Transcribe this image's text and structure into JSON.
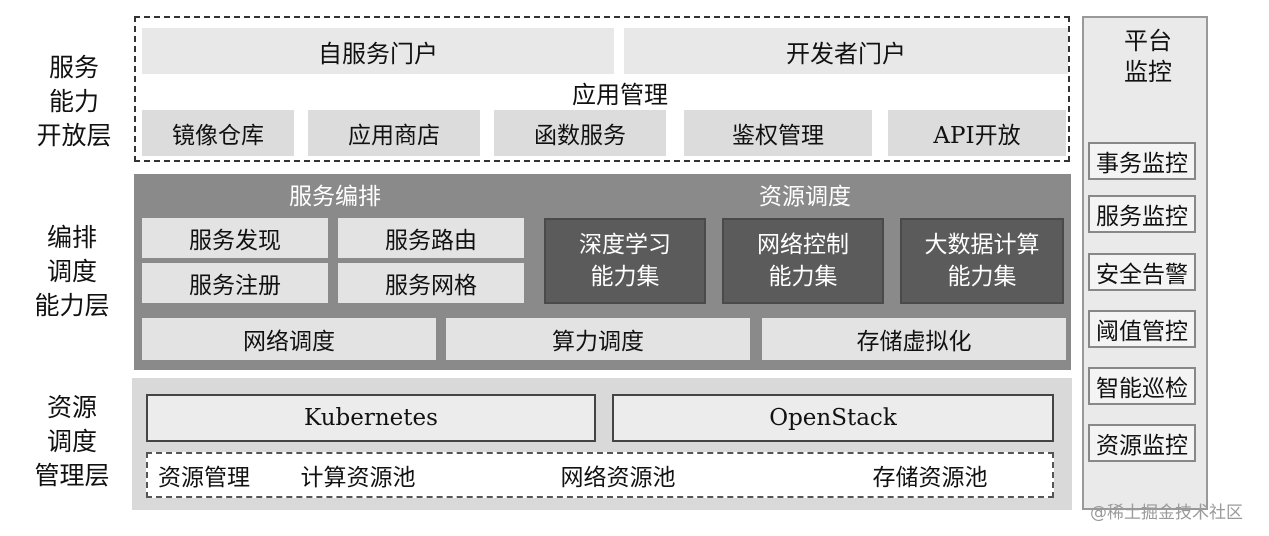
{
  "layers": {
    "service": {
      "label_lines": [
        "服务",
        "能力",
        "开放层"
      ],
      "portals": [
        "自服务门户",
        "开发者门户"
      ],
      "app_mgmt": "应用管理",
      "items": [
        "镜像仓库",
        "应用商店",
        "函数服务",
        "鉴权管理",
        "API开放"
      ]
    },
    "orchestration": {
      "label_lines": [
        "编排",
        "调度",
        "能力层"
      ],
      "service_orch": "服务编排",
      "resource_sched": "资源调度",
      "service_items": [
        "服务发现",
        "服务路由",
        "服务注册",
        "服务网格"
      ],
      "capabilities": [
        {
          "line1": "深度学习",
          "line2": "能力集"
        },
        {
          "line1": "网络控制",
          "line2": "能力集"
        },
        {
          "line1": "大数据计算",
          "line2": "能力集"
        }
      ],
      "bottom_items": [
        "网络调度",
        "算力调度",
        "存储虚拟化"
      ]
    },
    "resource": {
      "label_lines": [
        "资源",
        "调度",
        "管理层"
      ],
      "platforms": [
        "Kubernetes",
        "OpenStack"
      ],
      "pools": [
        "资源管理",
        "计算资源池",
        "网络资源池",
        "存储资源池"
      ]
    }
  },
  "monitor": {
    "title_lines": [
      "平台",
      "监控"
    ],
    "items": [
      "事务监控",
      "服务监控",
      "安全告警",
      "阈值管控",
      "智能巡检",
      "资源监控"
    ]
  },
  "watermark": "@稀土掘金技术社区"
}
